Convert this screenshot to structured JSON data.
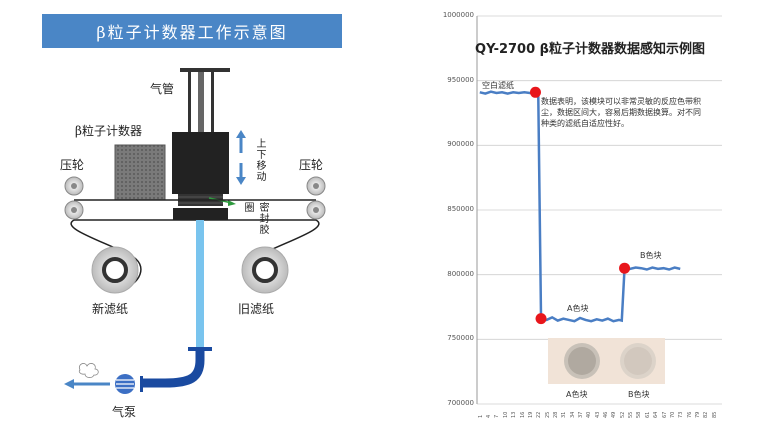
{
  "diagram": {
    "title": "β粒子计数器工作示意图",
    "labels": {
      "gas_pipe": "气管",
      "beta_counter": "β粒子计数器",
      "press_wheel_left": "压轮",
      "press_wheel_right": "压轮",
      "move_up_down": "上下移动",
      "seal_rubber": "密封胶圈",
      "new_filter": "新滤纸",
      "old_filter": "旧滤纸",
      "pump": "气泵"
    },
    "colors": {
      "banner": "#4a86c6",
      "tube_light": "#79c4ee",
      "tube_dark": "#1a4aa0",
      "detector": "#222222",
      "arrow": "#4a86c6",
      "seal_arrow": "#2e9a3e"
    }
  },
  "chart_data": {
    "type": "line",
    "title": "QY-2700 β粒子计数器数据感知示例图",
    "ylim": [
      700000,
      1000000
    ],
    "yticks": [
      "1000000",
      "950000",
      "900000",
      "850000",
      "800000",
      "750000",
      "700000"
    ],
    "x_ticks": [
      "1",
      "4",
      "7",
      "10",
      "13",
      "16",
      "19",
      "22",
      "25",
      "28",
      "31",
      "34",
      "37",
      "40",
      "43",
      "46",
      "49",
      "52",
      "55",
      "58",
      "61",
      "64",
      "67",
      "70",
      "73",
      "76",
      "79",
      "82",
      "85"
    ],
    "series": [
      {
        "color": "#4a7ec4",
        "x": [
          1,
          3,
          5,
          7,
          9,
          11,
          13,
          15,
          17,
          19,
          21,
          22,
          23,
          25,
          27,
          29,
          31,
          33,
          35,
          37,
          39,
          41,
          43,
          45,
          47,
          49,
          51,
          52,
          53,
          55,
          57,
          59,
          61,
          63,
          65,
          67,
          69,
          71,
          73
        ],
        "y": [
          941000,
          940000,
          941500,
          940500,
          941000,
          940000,
          941000,
          940500,
          941000,
          940500,
          941000,
          940000,
          766000,
          765000,
          767000,
          764500,
          766000,
          765000,
          764000,
          766500,
          765000,
          764000,
          765500,
          764500,
          766000,
          764000,
          765000,
          764500,
          805000,
          804500,
          805500,
          805000,
          804000,
          805500,
          804500,
          805000,
          804000,
          805500,
          804500
        ]
      }
    ],
    "markers": [
      {
        "x": 21,
        "y": 941000,
        "color": "#e8161b"
      },
      {
        "x": 23,
        "y": 766000,
        "color": "#e8161b"
      },
      {
        "x": 53,
        "y": 805000,
        "color": "#e8161b"
      }
    ],
    "annotations": {
      "blank": "空白滤纸",
      "a_block": "A色块",
      "b_block": "B色块",
      "a_block_photo": "A色块",
      "b_block_photo": "B色块",
      "note": "数据表明，该模块可以非常灵敏的反应色带积尘，数据区间大，容易后期数据换算。对不同种类的滤纸自适应性好。"
    }
  }
}
